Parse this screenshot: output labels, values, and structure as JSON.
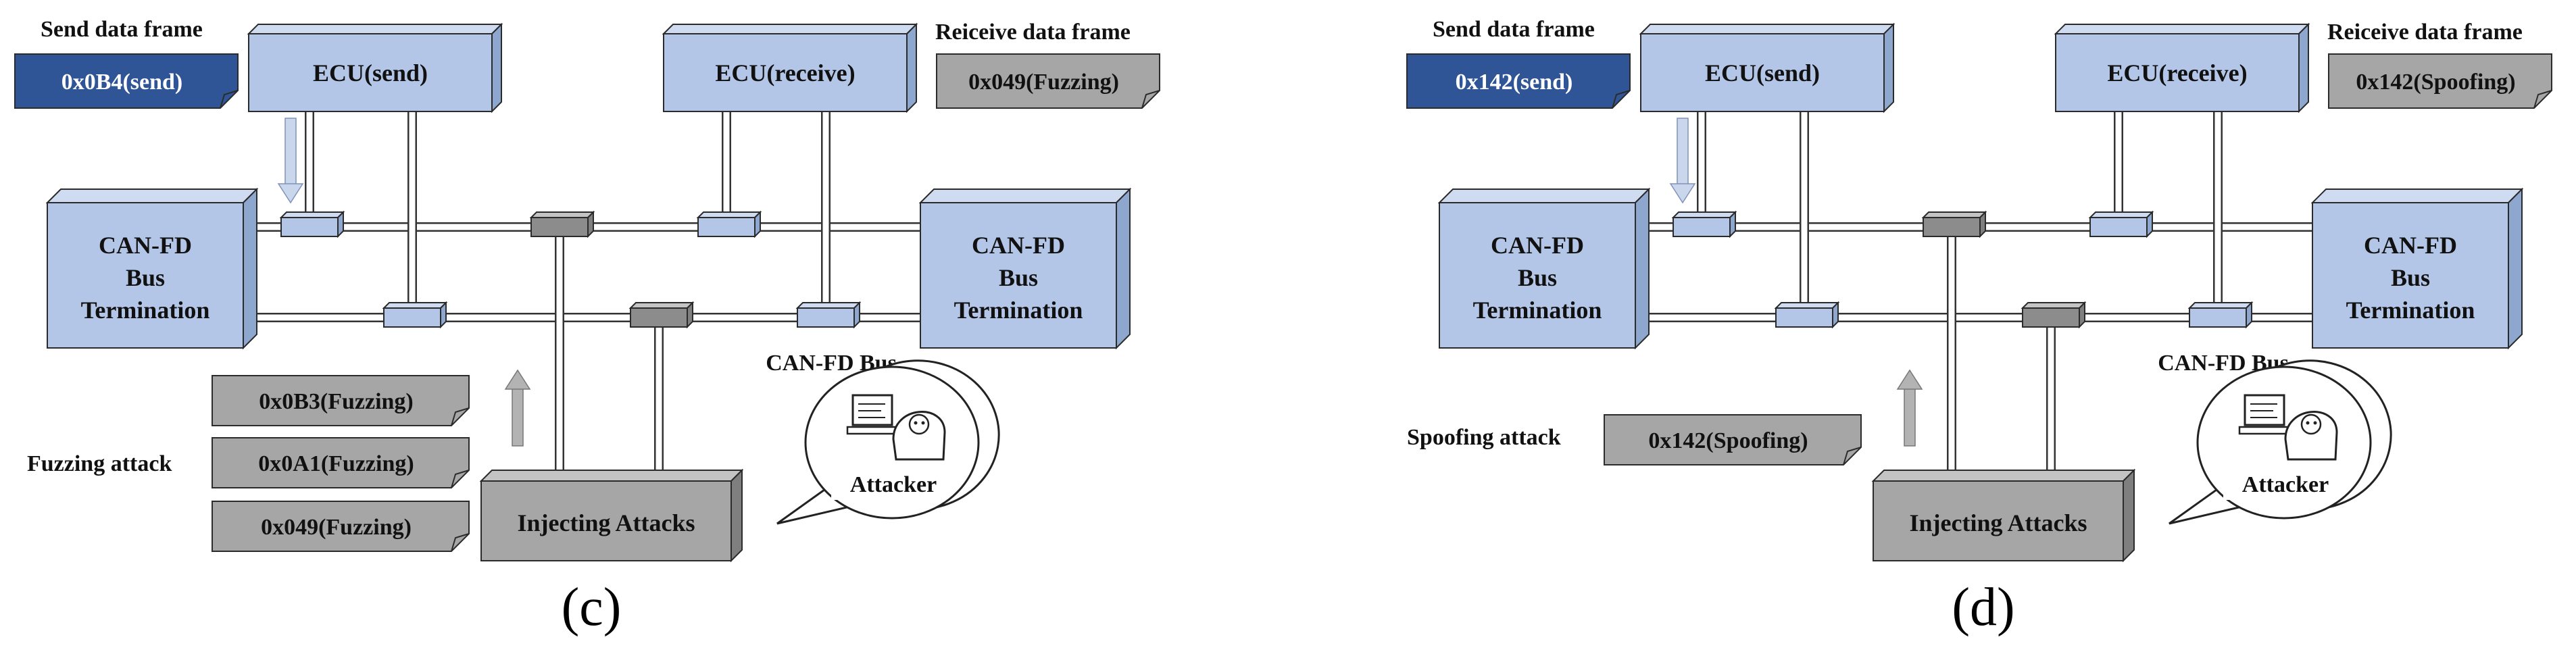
{
  "colors": {
    "box_fill": "#b4c6e7",
    "box_face_top": "#cfdbf0",
    "box_face_side": "#8ea7cf",
    "box_stroke": "#2b2b2b",
    "send_fill": "#2f5597",
    "gray_fill": "#a6a6a6",
    "gray_top": "#c4c4c4",
    "gray_side": "#7f7f7f",
    "connector_gray": "#8c8c8c",
    "arrow_gray": "#b3b3b3",
    "arrow_blue": "#c9d6ec"
  },
  "panels": [
    {
      "id": "c",
      "caption": "(c)",
      "send_frame_label": "Send data frame",
      "send_tag": "0x0B4(send)",
      "ecu_send": "ECU(send)",
      "ecu_receive": "ECU(receive)",
      "receive_frame_label": "Reiceive data frame",
      "receive_tag": "0x049(Fuzzing)",
      "termination_left": [
        "CAN-FD",
        "Bus",
        "Termination"
      ],
      "termination_right": [
        "CAN-FD",
        "Bus",
        "Termination"
      ],
      "bus_label": "CAN-FD Bus",
      "attack_label": "Fuzzing attack",
      "attack_tags": [
        "0x0B3(Fuzzing)",
        "0x0A1(Fuzzing)",
        "0x049(Fuzzing)"
      ],
      "injector": "Injecting Attacks",
      "attacker": "Attacker"
    },
    {
      "id": "d",
      "caption": "(d)",
      "send_frame_label": "Send data frame",
      "send_tag": "0x142(send)",
      "ecu_send": "ECU(send)",
      "ecu_receive": "ECU(receive)",
      "receive_frame_label": "Reiceive data frame",
      "receive_tag": "0x142(Spoofing)",
      "termination_left": [
        "CAN-FD",
        "Bus",
        "Termination"
      ],
      "termination_right": [
        "CAN-FD",
        "Bus",
        "Termination"
      ],
      "bus_label": "CAN-FD Bus",
      "attack_label": "Spoofing attack",
      "attack_tags": [
        "0x142(Spoofing)"
      ],
      "injector": "Injecting Attacks",
      "attacker": "Attacker"
    }
  ]
}
